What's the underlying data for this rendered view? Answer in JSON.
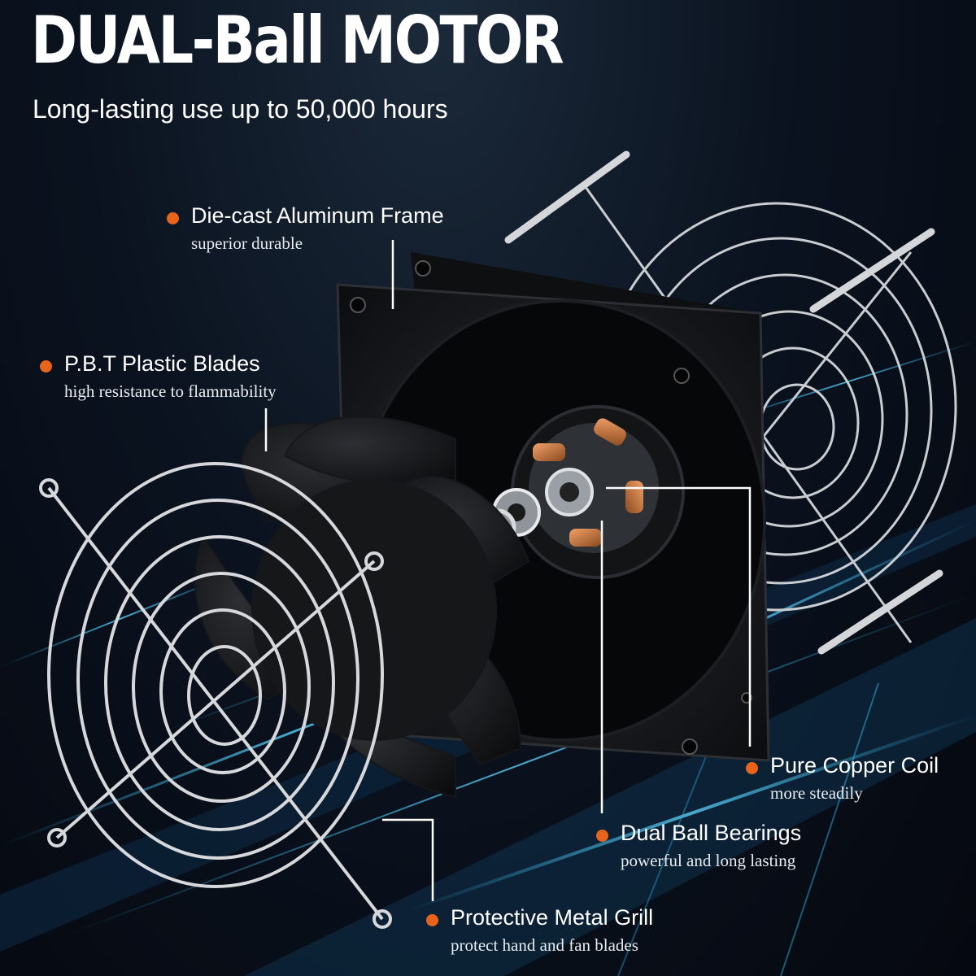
{
  "headline": "DUAL-Ball MOTOR",
  "subheadline": "Long-lasting use up to 50,000 hours",
  "colors": {
    "accent_dot": "#e8641a",
    "text": "#ffffff",
    "background": "#05080f",
    "light_streak": "#37c6ff"
  },
  "callouts": {
    "frame": {
      "title": "Die-cast Aluminum Frame",
      "desc": "superior durable"
    },
    "blades": {
      "title": "P.B.T Plastic Blades",
      "desc": "high resistance to flammability"
    },
    "coil": {
      "title": "Pure Copper Coil",
      "desc": "more steadily"
    },
    "bearings": {
      "title": "Dual Ball Bearings",
      "desc": "powerful and long lasting"
    },
    "grill": {
      "title": "Protective Metal Grill",
      "desc": "protect hand and fan blades"
    }
  }
}
